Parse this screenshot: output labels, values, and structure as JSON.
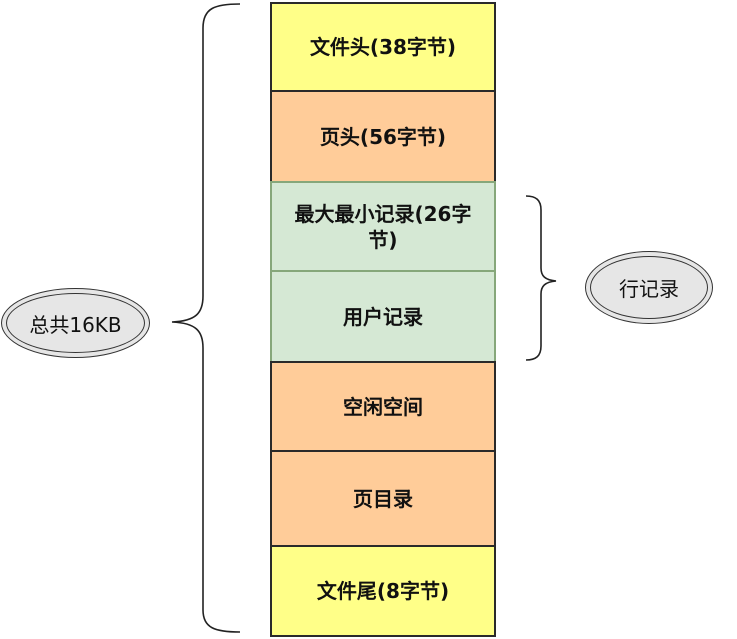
{
  "blocks": [
    {
      "id": "file-header",
      "label": "文件头(38字节)",
      "color": "#ffff88"
    },
    {
      "id": "page-header",
      "label": "页头(56字节)",
      "color": "#ffcc99"
    },
    {
      "id": "infimum-supremum",
      "label": "最大最小记录(26字节)",
      "color": "#d5e8d4"
    },
    {
      "id": "user-records",
      "label": "用户记录",
      "color": "#d5e8d4"
    },
    {
      "id": "free-space",
      "label": "空闲空间",
      "color": "#ffcc99"
    },
    {
      "id": "page-directory",
      "label": "页目录",
      "color": "#ffcc99"
    },
    {
      "id": "file-trailer",
      "label": "文件尾(8字节)",
      "color": "#ffff88"
    }
  ],
  "annotations": {
    "total_label": "总共16KB",
    "row_records_label": "行记录"
  }
}
